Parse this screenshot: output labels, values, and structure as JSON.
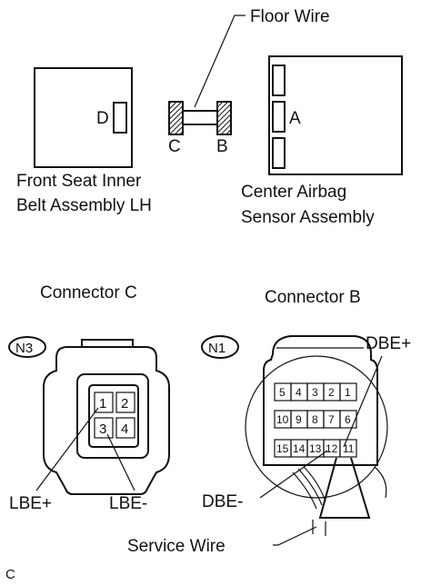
{
  "labels": {
    "floor_wire": "Floor Wire",
    "front_seat_line1": "Front Seat Inner",
    "front_seat_line2": "Belt Assembly LH",
    "center_airbag_line1": "Center Airbag",
    "center_airbag_line2": "Sensor Assembly",
    "connector_c_title": "Connector C",
    "connector_b_title": "Connector B",
    "n3": "N3",
    "n1": "N1",
    "lbe_plus": "LBE+",
    "lbe_minus": "LBE-",
    "dbe_plus": "DBE+",
    "dbe_minus": "DBE-",
    "service_wire": "Service Wire",
    "letter_d": "D",
    "letter_a": "A",
    "letter_c": "C",
    "letter_b": "B",
    "footer_c": "C"
  },
  "connector_c_pins": [
    "1",
    "2",
    "3",
    "4"
  ],
  "connector_b_pins": [
    "5",
    "4",
    "3",
    "2",
    "1",
    "10",
    "9",
    "8",
    "7",
    "6",
    "15",
    "14",
    "13",
    "12",
    "11"
  ]
}
